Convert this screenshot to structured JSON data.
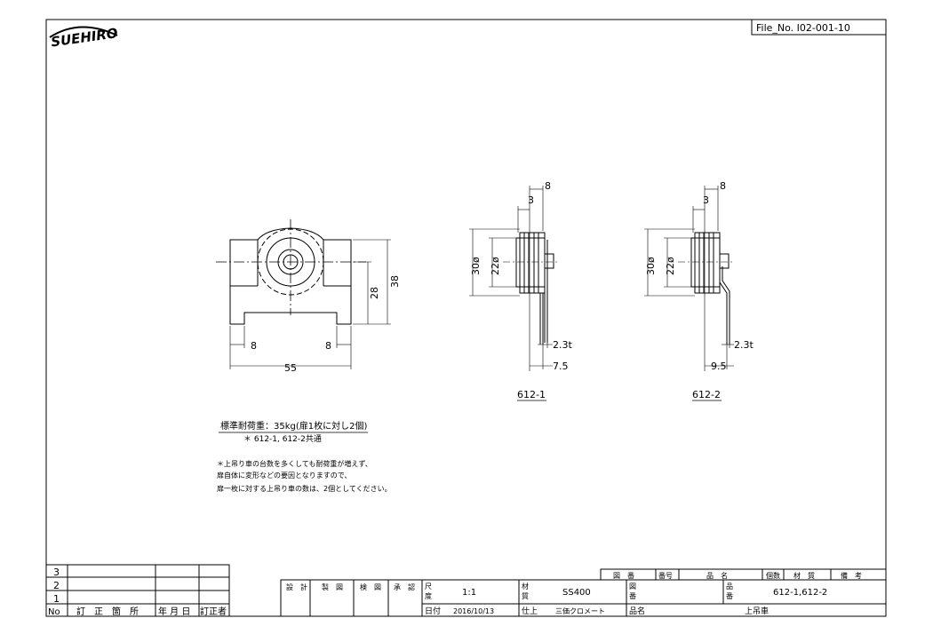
{
  "logo": {
    "text": "SUEHIRO"
  },
  "file_no": "File_No. I02-001-10",
  "front_view": {
    "dim_width": "55",
    "dim_height_outer": "38",
    "dim_height_inner": "28",
    "dim_leg_left": "8",
    "dim_leg_right": "8"
  },
  "view_612_1": {
    "label": "612-1",
    "dim_top": "8",
    "dim_slot": "3",
    "dim_dia_outer": "30ø",
    "dim_dia_inner": "22ø",
    "dim_plate": "2.3t",
    "dim_offset": "7.5"
  },
  "view_612_2": {
    "label": "612-2",
    "dim_top": "8",
    "dim_slot": "3",
    "dim_dia_outer": "30ø",
    "dim_dia_inner": "22ø",
    "dim_plate": "2.3t",
    "dim_offset": "9.5"
  },
  "notes": {
    "load_label": "標準耐荷重：35kg(扉1枚に対し2個)",
    "load_sub": "＊ 612-1, 612-2共通",
    "line1": "＊上吊り車の台数を多くしても耐荷重が増えず、",
    "line2": "扉自体に変形などの要因となりますので、",
    "line3": "扉一枚に対する上吊り車の数は、2個としてください。"
  },
  "revision_table": {
    "rows": [
      "3",
      "2",
      "1"
    ],
    "headers": {
      "no": "No",
      "place": "訂　正　箇　所",
      "date": "年 月 日",
      "person": "訂正者"
    }
  },
  "title_block": {
    "approvals": [
      "設　計",
      "製　図",
      "検　図",
      "承　認"
    ],
    "scale_label": "尺\n度",
    "scale_value": "1:1",
    "material_label": "材\n質",
    "material_value": "SS400",
    "drawing_no_label": "図\n番",
    "product_no_label": "品\n番",
    "product_no_value": "612-1,612-2",
    "date_label": "日付",
    "date_value": "2016/10/13",
    "finish_label": "仕上",
    "finish_value": "三価クロメート",
    "name_label": "品名",
    "name_value": "上吊車",
    "header_cols": [
      "図　番",
      "番号",
      "品　名",
      "個数",
      "材　質",
      "備　考"
    ]
  }
}
